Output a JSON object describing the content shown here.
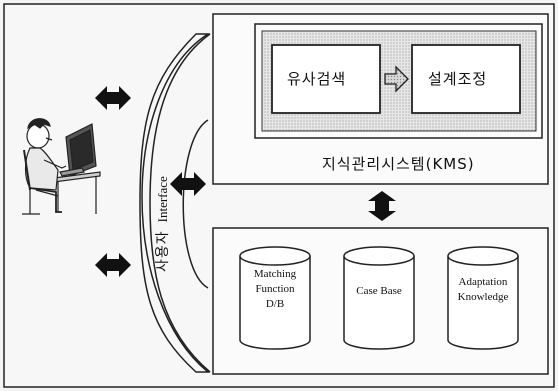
{
  "diagram": {
    "search_label": "유사검색",
    "adjust_label": "설계조정",
    "kms_label": "지식관리시스템(KMS)",
    "interface_ko": "사용자",
    "interface_en": "Interface",
    "databases": [
      {
        "line1": "Matching",
        "line2": "Function",
        "line3": "D/B"
      },
      {
        "line1": "Case Base",
        "line2": "",
        "line3": ""
      },
      {
        "line1": "Adaptation",
        "line2": "Knowledge",
        "line3": ""
      }
    ]
  }
}
